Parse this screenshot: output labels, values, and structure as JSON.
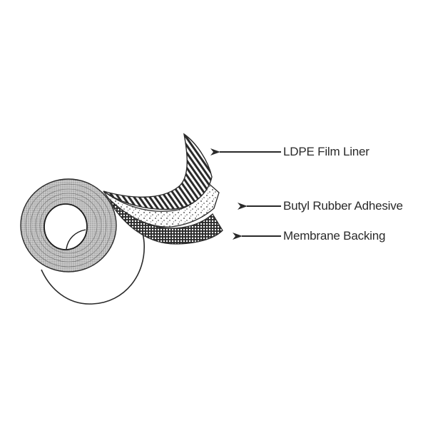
{
  "diagram": {
    "subject": "Self-adhesive tape roll cross-section",
    "labels": [
      {
        "id": "ldpe",
        "text": "LDPE Film Liner"
      },
      {
        "id": "butyl",
        "text": "Butyl Rubber Adhesive"
      },
      {
        "id": "membrane",
        "text": "Membrane Backing"
      }
    ],
    "colors": {
      "background": "#ffffff",
      "ink": "#2a2a2a",
      "roll_fill": "#b8b8b8"
    }
  }
}
